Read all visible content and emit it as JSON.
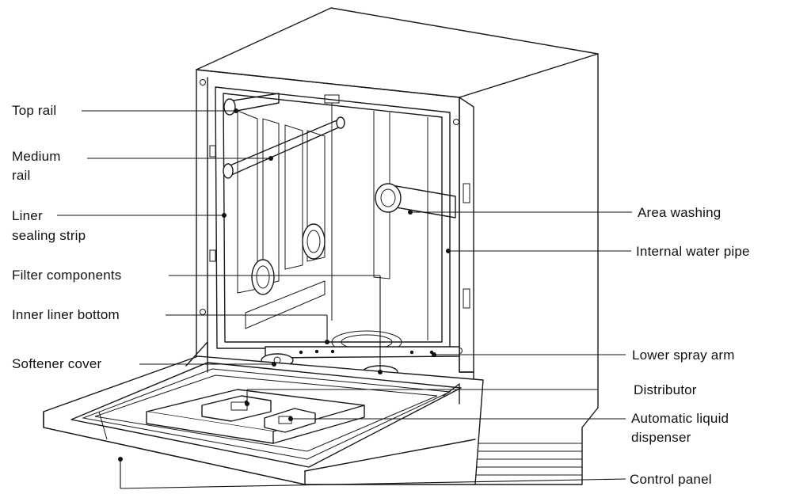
{
  "labels": {
    "top_rail": "Top rail",
    "medium_rail_1": "Medium",
    "medium_rail_2": "rail",
    "liner_sealing_1": "Liner",
    "liner_sealing_2": "sealing strip",
    "filter_components": "Filter components",
    "inner_liner_bottom": "Inner liner bottom",
    "softener_cover": "Softener cover",
    "area_washing": "Area washing",
    "internal_water_pipe": "Internal water pipe",
    "lower_spray_arm": "Lower spray arm",
    "distributor": "Distributor",
    "auto_dispenser_1": "Automatic liquid",
    "auto_dispenser_2": "dispenser",
    "control_panel": "Control panel"
  },
  "colors": {
    "line": "#1a1a1a",
    "background": "#ffffff"
  }
}
